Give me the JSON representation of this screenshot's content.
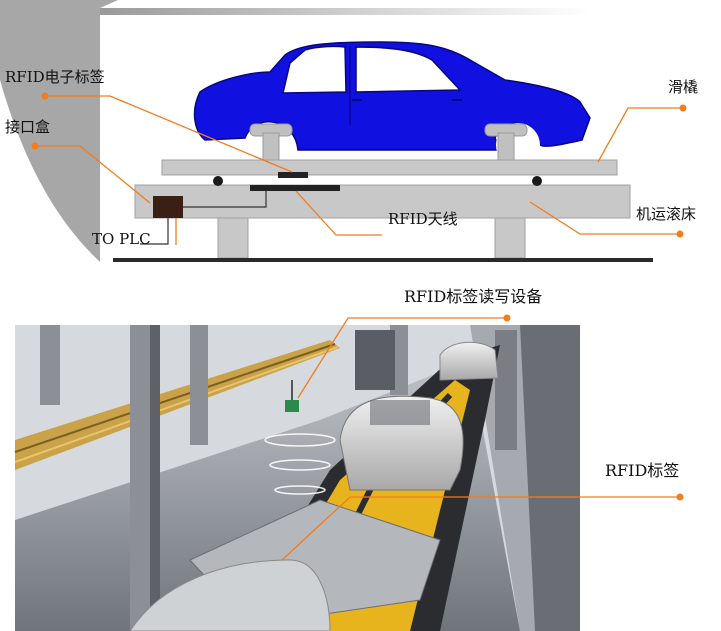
{
  "labels": {
    "rfid_tag_top": "RFID电子标签",
    "junction_box": "接口盒",
    "to_plc": "TO  PLC",
    "skid": "滑橇",
    "rfid_antenna": "RFID天线",
    "roller_bed": "机运滚床",
    "rfid_reader": "RFID标签读写设备",
    "rfid_tag_bottom": "RFID标签"
  },
  "colors": {
    "car_body": "#1010e0",
    "leader_line": "#f07d1e",
    "frame_gray": "#c8c8c8"
  }
}
